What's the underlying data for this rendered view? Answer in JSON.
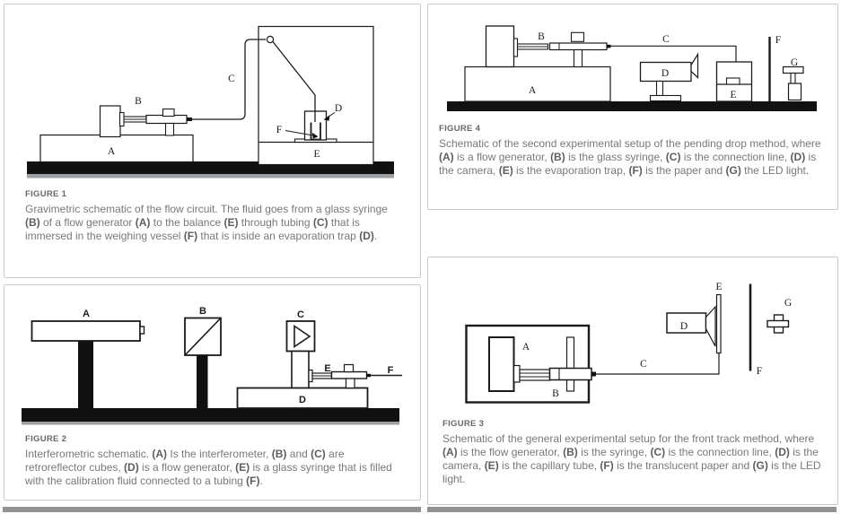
{
  "figures": {
    "fig1": {
      "heading": "FIGURE 1",
      "caption": [
        {
          "t": "Gravimetric schematic of the flow circuit. The fluid goes from a glass syringe "
        },
        {
          "t": "(B)",
          "b": true
        },
        {
          "t": " of a flow generator "
        },
        {
          "t": "(A)",
          "b": true
        },
        {
          "t": " to the balance "
        },
        {
          "t": "(E)",
          "b": true
        },
        {
          "t": " through tubing "
        },
        {
          "t": "(C)",
          "b": true
        },
        {
          "t": " that is immersed in the weighing vessel "
        },
        {
          "t": "(F)",
          "b": true
        },
        {
          "t": " that is inside an evaporation trap "
        },
        {
          "t": "(D)",
          "b": true
        },
        {
          "t": "."
        }
      ],
      "labels": {
        "a": "A",
        "b": "B",
        "c": "C",
        "d": "D",
        "e": "E",
        "f": "F"
      }
    },
    "fig2": {
      "heading": "FIGURE 2",
      "caption": [
        {
          "t": "Interferometric schematic. "
        },
        {
          "t": "(A)",
          "b": true
        },
        {
          "t": " Is the interferometer, "
        },
        {
          "t": "(B)",
          "b": true
        },
        {
          "t": " and "
        },
        {
          "t": "(C)",
          "b": true
        },
        {
          "t": " are retroreflector cubes, "
        },
        {
          "t": "(D)",
          "b": true
        },
        {
          "t": " is a flow generator, "
        },
        {
          "t": "(E)",
          "b": true
        },
        {
          "t": " is a glass syringe that is filled with the calibration fluid connected to a tubing "
        },
        {
          "t": "(F)",
          "b": true
        },
        {
          "t": "."
        }
      ],
      "labels": {
        "a": "A",
        "b": "B",
        "c": "C",
        "d": "D",
        "e": "E",
        "f": "F"
      }
    },
    "fig3": {
      "heading": "FIGURE 3",
      "caption": [
        {
          "t": "Schematic of the general experimental setup for the front track method, where "
        },
        {
          "t": "(A)",
          "b": true
        },
        {
          "t": " is the flow generator, "
        },
        {
          "t": "(B)",
          "b": true
        },
        {
          "t": " is the syringe, "
        },
        {
          "t": "(C)",
          "b": true
        },
        {
          "t": " is the connection line, "
        },
        {
          "t": "(D)",
          "b": true
        },
        {
          "t": " is the camera, "
        },
        {
          "t": "(E)",
          "b": true
        },
        {
          "t": " is the capillary tube, "
        },
        {
          "t": "(F)",
          "b": true
        },
        {
          "t": " is the translucent paper and "
        },
        {
          "t": "(G)",
          "b": true
        },
        {
          "t": " is the LED light."
        }
      ],
      "labels": {
        "a": "A",
        "b": "B",
        "c": "C",
        "d": "D",
        "e": "E",
        "f": "F",
        "g": "G"
      }
    },
    "fig4": {
      "heading": "FIGURE 4",
      "caption": [
        {
          "t": "Schematic of the second experimental setup of the pending drop method, where "
        },
        {
          "t": "(A)",
          "b": true
        },
        {
          "t": " is a flow generator, "
        },
        {
          "t": "(B)",
          "b": true
        },
        {
          "t": " is the glass syringe, "
        },
        {
          "t": "(C)",
          "b": true
        },
        {
          "t": " is the connection line, "
        },
        {
          "t": "(D)",
          "b": true
        },
        {
          "t": " is the camera, "
        },
        {
          "t": "(E)",
          "b": true
        },
        {
          "t": " is the evaporation trap, "
        },
        {
          "t": "(F)",
          "b": true
        },
        {
          "t": " is the paper and "
        },
        {
          "t": "(G)",
          "b": true
        },
        {
          "t": " the LED light."
        }
      ],
      "labels": {
        "a": "A",
        "b": "B",
        "c": "C",
        "d": "D",
        "e": "E",
        "f": "F",
        "g": "G"
      }
    },
    "colors": {
      "line": "#1b1b1b",
      "panel_border": "#c9cacc",
      "caption_text": "#77787a",
      "heading_text": "#66676a",
      "edge_bar": "#8f9396"
    }
  }
}
